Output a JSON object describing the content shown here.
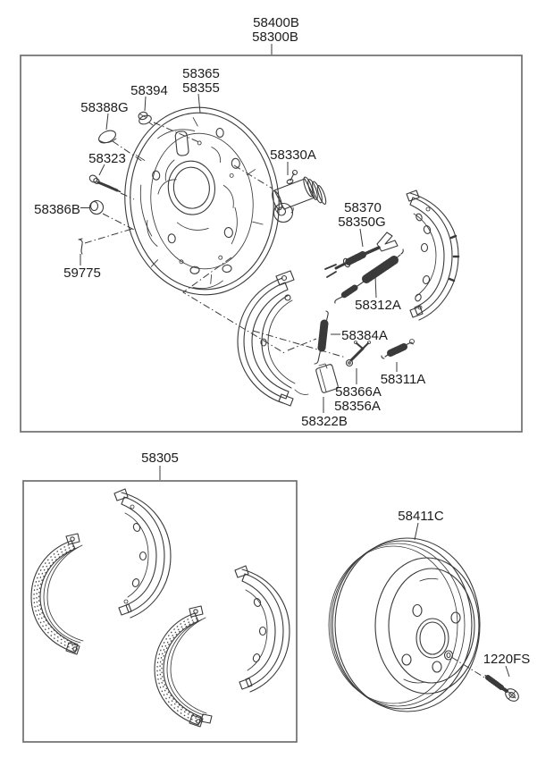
{
  "colors": {
    "background": "#ffffff",
    "art_line": "#3a3a3a",
    "box_border": "#6e6e6e",
    "label_text": "#1c1c1c"
  },
  "callouts": {
    "brake_assembly_line1": "58400B",
    "brake_assembly_line2": "58300B",
    "backing_plate_line1": "58365",
    "backing_plate_line2": "58355",
    "screw": "58394",
    "plug": "58388G",
    "bolt": "58323",
    "grommet": "58386B",
    "clip": "59775",
    "wheel_cylinder": "58330A",
    "adjuster_line1": "58370",
    "adjuster_line2": "58350G",
    "adjuster_spring": "58312A",
    "return_spring": "58384A",
    "hold_down_spring": "58311A",
    "adjuster_lever_line1": "58366A",
    "adjuster_lever_line2": "58356A",
    "pad": "58322B",
    "shoe_kit": "58305",
    "brake_drum": "58411C",
    "plug_bolt": "1220FS"
  }
}
